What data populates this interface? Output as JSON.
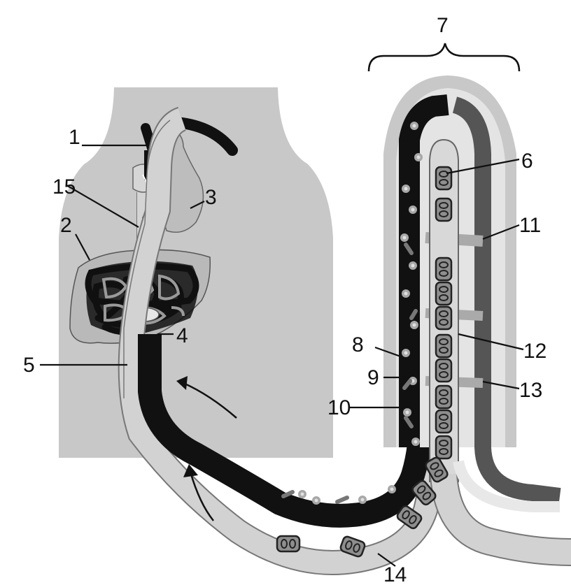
{
  "colors": {
    "body": "#c8c8c8",
    "organ": "#b9b9b9",
    "lymph_wall": "#d2d2d2",
    "lymph_line": "#8a8a8a",
    "vein": "#111111",
    "artery": "#555555",
    "dark": "#111111",
    "cell_fill": "#8e8e8e",
    "globule": "#a8a8a8"
  },
  "labels": {
    "l1": "1",
    "l2": "2",
    "l3": "3",
    "l4": "4",
    "l5": "5",
    "l6": "6",
    "l7": "7",
    "l8": "8",
    "l9": "9",
    "l10": "10",
    "l11": "11",
    "l12": "12",
    "l13": "13",
    "l14": "14",
    "l15": "15"
  }
}
